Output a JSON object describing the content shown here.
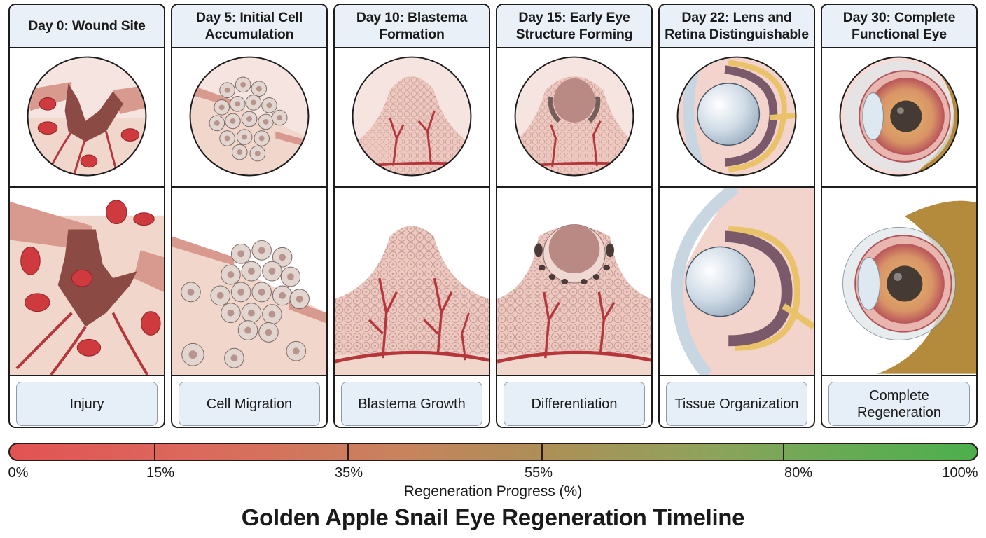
{
  "title": "Golden Apple Snail Eye Regeneration Timeline",
  "progress_bar": {
    "axis_label": "Regeneration Progress (%)",
    "ticks": [
      "0%",
      "15%",
      "35%",
      "55%",
      "80%",
      "100%"
    ],
    "tick_values": [
      0,
      15,
      35,
      55,
      80,
      100
    ],
    "dividers": [
      15,
      35,
      55,
      80
    ],
    "colors": {
      "start": "#e25353",
      "middle": "#ad8f56",
      "end": "#4caf4c"
    }
  },
  "stages": [
    {
      "header": "Day 0: Wound Site",
      "label": "Injury",
      "day": 0,
      "progress": 0,
      "illustration": "wound-site"
    },
    {
      "header": "Day 5: Initial Cell Accumulation",
      "label": "Cell Migration",
      "day": 5,
      "progress": 15,
      "illustration": "cell-cluster"
    },
    {
      "header": "Day 10: Blastema Formation",
      "label": "Blastema Growth",
      "day": 10,
      "progress": 35,
      "illustration": "blastema-dome"
    },
    {
      "header": "Day 15: Early Eye Structure Forming",
      "label": "Differentiation",
      "day": 15,
      "progress": 55,
      "illustration": "optic-cup"
    },
    {
      "header": "Day 22: Lens and Retina Distinguishable",
      "label": "Tissue Organization",
      "day": 22,
      "progress": 80,
      "illustration": "lens-retina-section"
    },
    {
      "header": "Day 30: Complete Functional Eye",
      "label": "Complete Regeneration",
      "day": 30,
      "progress": 100,
      "illustration": "complete-eye"
    }
  ],
  "colors": {
    "header_bg": "#e9f0f8",
    "label_bg": "#e6eef8",
    "border": "#1c1c1c",
    "tissue": "#f3d9d2",
    "blood": "#c9323a",
    "shell": "#b48a3c"
  }
}
